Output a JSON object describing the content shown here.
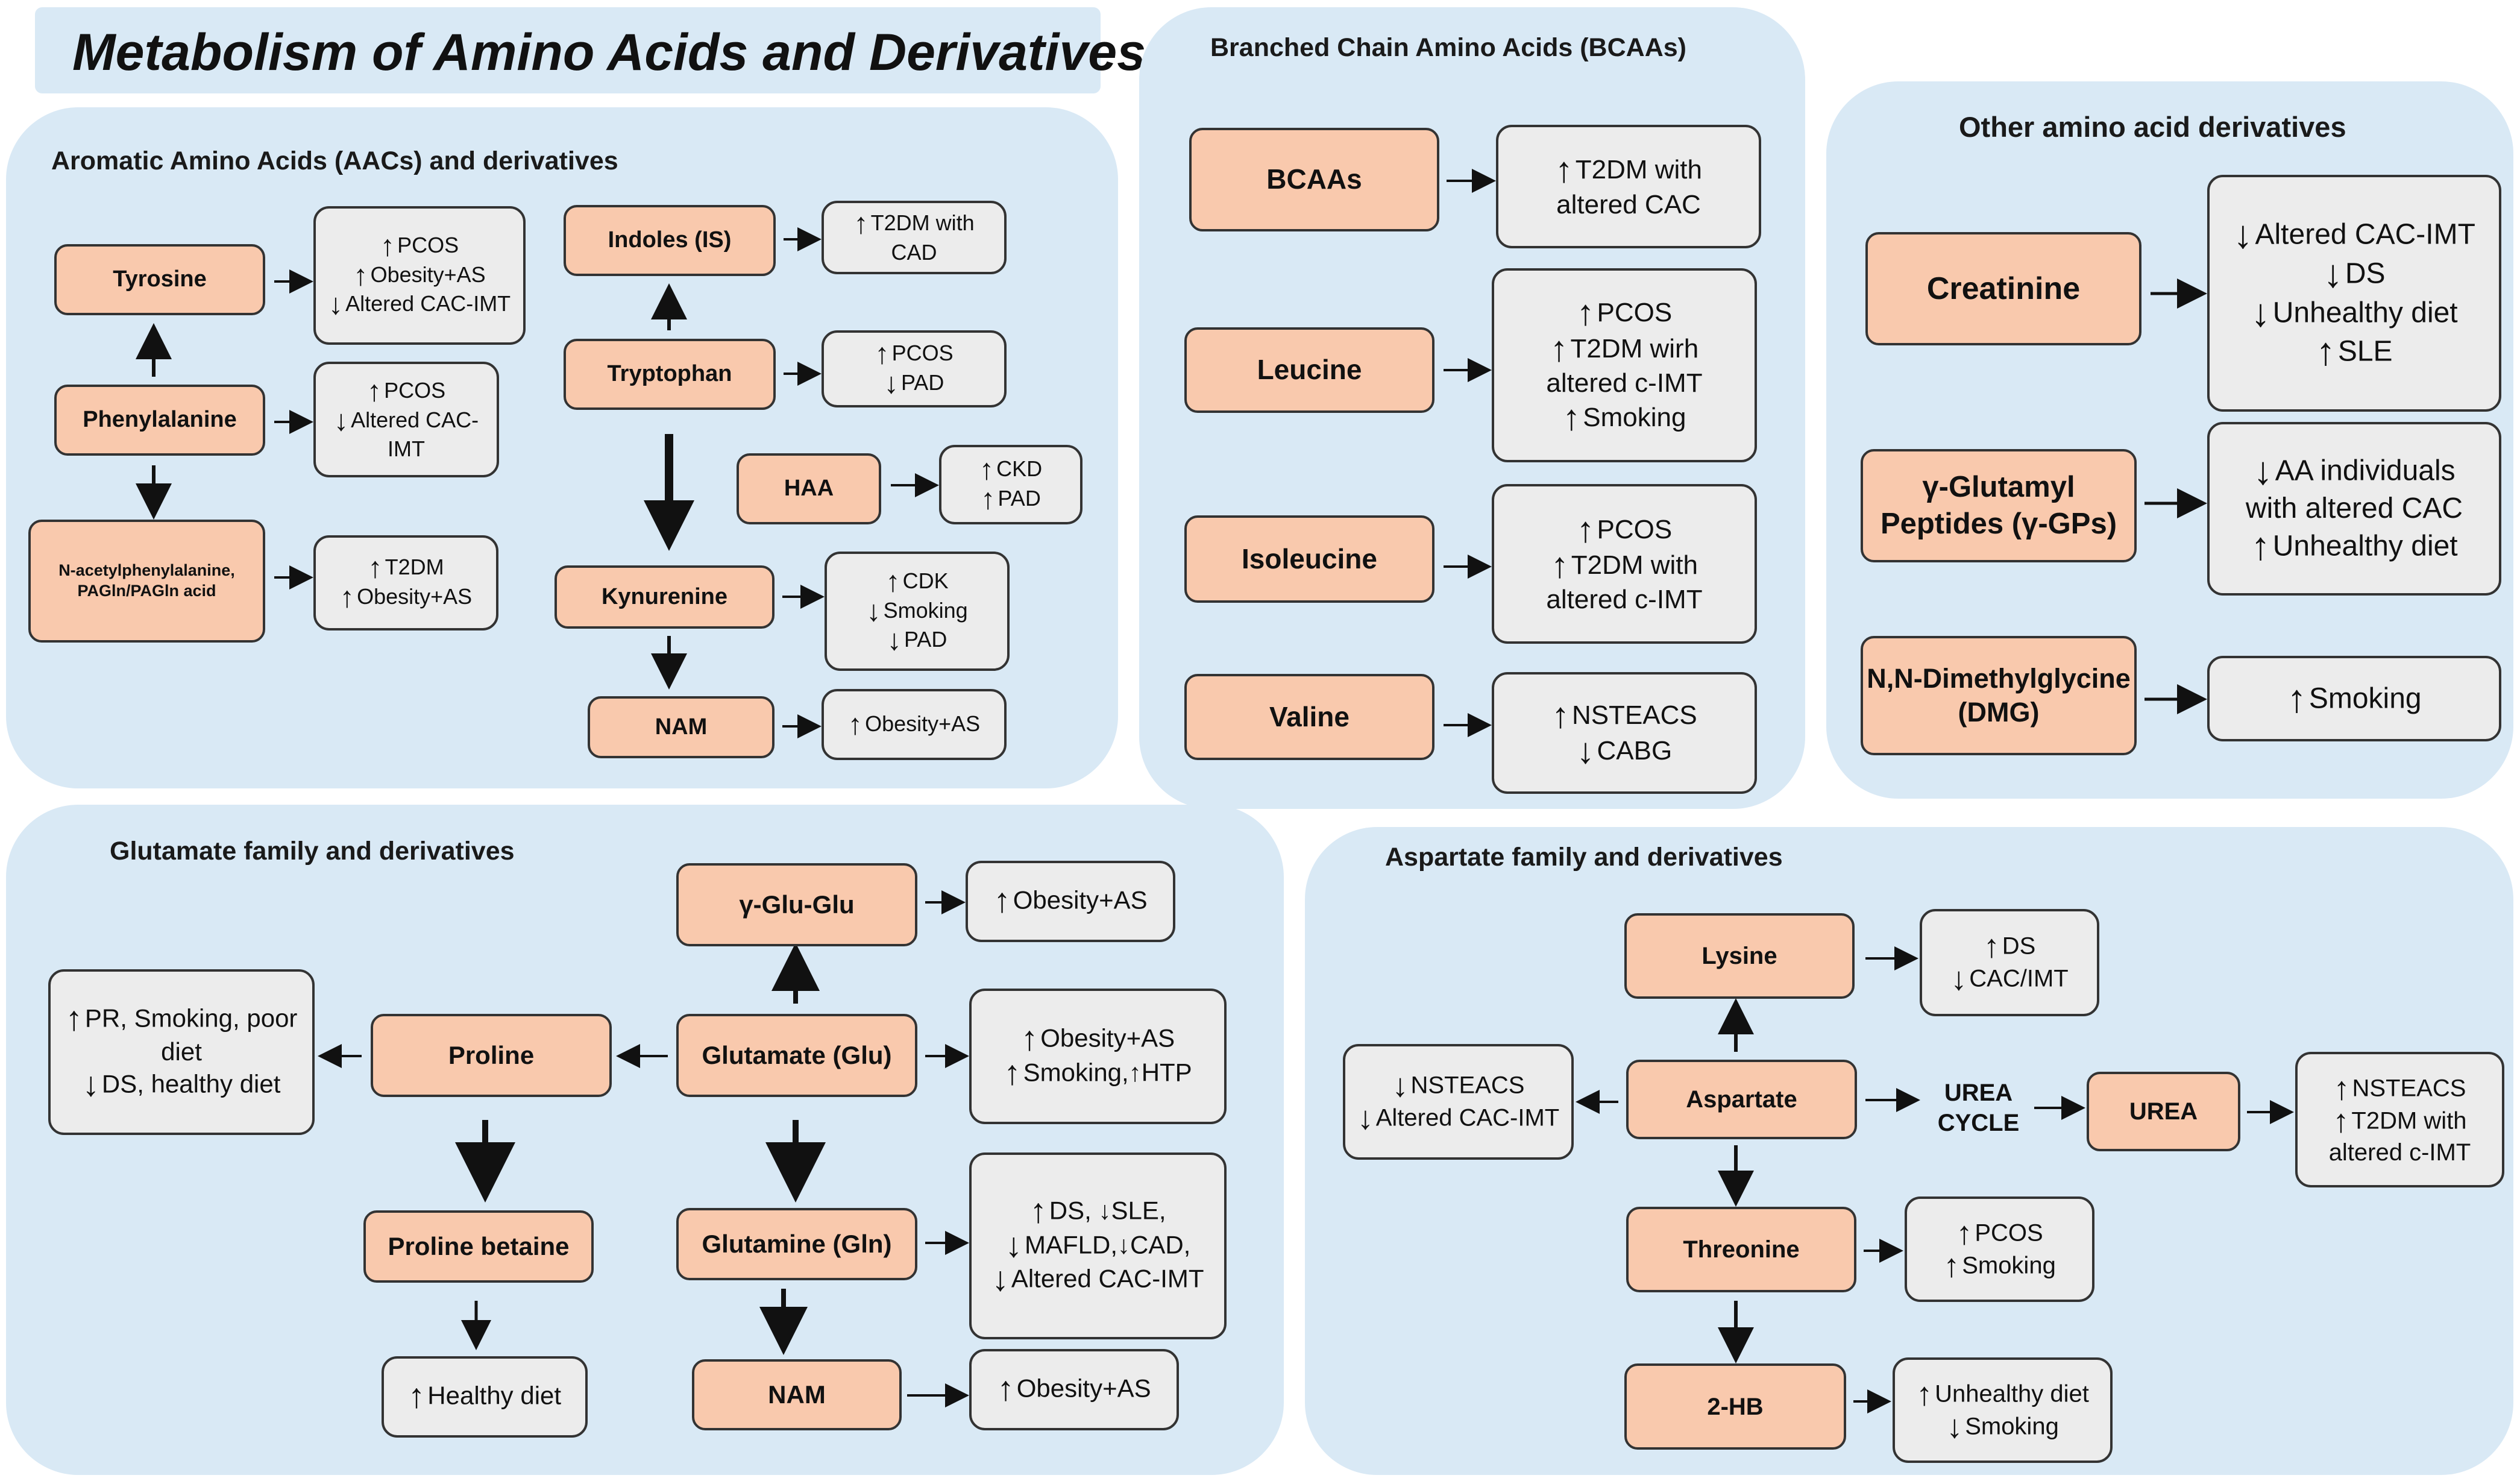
{
  "title": "Metabolism of Amino Acids and Derivatives",
  "colors": {
    "panel_bg": "#d9e9f5",
    "node_fill": "#f9c9ad",
    "effect_fill": "#ececec",
    "stroke": "#333333"
  },
  "panels": {
    "aromatic": "Aromatic Amino Acids (AACs) and derivatives",
    "bcaa": "Branched Chain Amino Acids (BCAAs)",
    "other": "Other amino acid derivatives",
    "glutamate": "Glutamate family and derivatives",
    "aspartate": "Aspartate family and derivatives"
  },
  "nodes": {
    "tyrosine": "Tyrosine",
    "phenylalanine": "Phenylalanine",
    "nacetyl": "N-acetylphenylalanine, PAGln/PAGln acid",
    "indoles": "Indoles (IS)",
    "tryptophan": "Tryptophan",
    "haa": "HAA",
    "kynurenine": "Kynurenine",
    "nam1": "NAM",
    "bcaas": "BCAAs",
    "leucine": "Leucine",
    "isoleucine": "Isoleucine",
    "valine": "Valine",
    "creatinine": "Creatinine",
    "ggp": "γ-Glutamyl Peptides (γ-GPs)",
    "dmg": "N,N-Dimethylglycine (DMG)",
    "gglu": "γ-Glu-Glu",
    "glutamate": "Glutamate (Glu)",
    "proline": "Proline",
    "proline_betaine": "Proline betaine",
    "glutamine": "Glutamine (Gln)",
    "nam2": "NAM",
    "lysine": "Lysine",
    "aspartate": "Aspartate",
    "urea": "UREA",
    "threonine": "Threonine",
    "hb2": "2-HB"
  },
  "urea_cycle": [
    "UREA",
    "CYCLE"
  ],
  "effects": {
    "tyrosine": [
      [
        "up",
        "PCOS"
      ],
      [
        "up",
        "Obesity+AS"
      ],
      [
        "down",
        "Altered CAC-IMT"
      ]
    ],
    "phenylalanine": [
      [
        "up",
        "PCOS"
      ],
      [
        "down",
        "Altered CAC-"
      ],
      [
        "",
        "IMT"
      ]
    ],
    "nacetyl": [
      [
        "up",
        "T2DM"
      ],
      [
        "up",
        "Obesity+AS"
      ]
    ],
    "indoles": [
      [
        "up",
        "T2DM with"
      ],
      [
        "",
        "CAD"
      ]
    ],
    "tryptophan": [
      [
        "up",
        "PCOS"
      ],
      [
        "down",
        "PAD"
      ]
    ],
    "haa": [
      [
        "up",
        "CKD"
      ],
      [
        "up",
        "PAD"
      ]
    ],
    "kynurenine": [
      [
        "up",
        "CDK"
      ],
      [
        "down",
        "Smoking"
      ],
      [
        "down",
        "PAD"
      ]
    ],
    "nam1": [
      [
        "up",
        "Obesity+AS"
      ]
    ],
    "bcaas": [
      [
        "up",
        "T2DM with"
      ],
      [
        "",
        "altered CAC"
      ]
    ],
    "leucine": [
      [
        "up",
        "PCOS"
      ],
      [
        "up",
        "T2DM wirh"
      ],
      [
        "",
        "altered c-IMT"
      ],
      [
        "up",
        "Smoking"
      ]
    ],
    "isoleucine": [
      [
        "up",
        "PCOS"
      ],
      [
        "up",
        "T2DM with"
      ],
      [
        "",
        "altered c-IMT"
      ]
    ],
    "valine": [
      [
        "up",
        "NSTEACS"
      ],
      [
        "down",
        "CABG"
      ]
    ],
    "creatinine": [
      [
        "down",
        "Altered CAC-IMT"
      ],
      [
        "down",
        "DS"
      ],
      [
        "down",
        "Unhealthy diet"
      ],
      [
        "up",
        "SLE"
      ]
    ],
    "ggp": [
      [
        "down",
        "AA individuals"
      ],
      [
        "",
        "with altered CAC"
      ],
      [
        "up",
        "Unhealthy diet"
      ]
    ],
    "dmg": [
      [
        "up",
        "Smoking"
      ]
    ],
    "gglu": [
      [
        "up",
        "Obesity+AS"
      ]
    ],
    "glutamate": [
      [
        "up",
        "Obesity+AS"
      ],
      [
        "up",
        "Smoking,↑HTP"
      ]
    ],
    "proline": [
      [
        "up",
        "PR, Smoking, poor"
      ],
      [
        "",
        "diet"
      ],
      [
        "down",
        "DS, healthy diet"
      ]
    ],
    "proline_betaine": [
      [
        "up",
        "Healthy diet"
      ]
    ],
    "glutamine": [
      [
        "up",
        "DS, ↓SLE,"
      ],
      [
        "down",
        "MAFLD,↓CAD,"
      ],
      [
        "down",
        "Altered CAC-IMT"
      ]
    ],
    "nam2": [
      [
        "up",
        "Obesity+AS"
      ]
    ],
    "lysine": [
      [
        "up",
        "DS"
      ],
      [
        "down",
        "CAC/IMT"
      ]
    ],
    "aspartate": [
      [
        "down",
        "NSTEACS"
      ],
      [
        "down",
        "Altered CAC-IMT"
      ]
    ],
    "urea": [
      [
        "up",
        "NSTEACS"
      ],
      [
        "up",
        "T2DM with"
      ],
      [
        "",
        "altered c-IMT"
      ]
    ],
    "threonine": [
      [
        "up",
        "PCOS"
      ],
      [
        "up",
        "Smoking"
      ]
    ],
    "hb2": [
      [
        "up",
        "Unhealthy diet"
      ],
      [
        "down",
        "Smoking"
      ]
    ]
  },
  "arrow_glyphs": {
    "up": "↑",
    "down": "↓"
  }
}
